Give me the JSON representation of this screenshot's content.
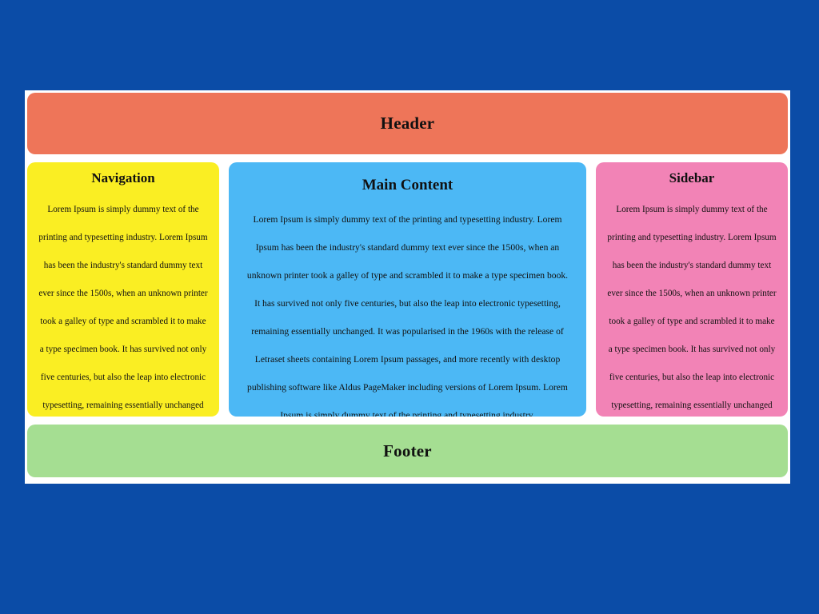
{
  "layout": {
    "background_color": "#0b4ca7",
    "page_background_color": "#ffffff"
  },
  "header": {
    "title": "Header",
    "background_color": "#ee7559"
  },
  "navigation": {
    "title": "Navigation",
    "background_color": "#faee23",
    "body": "Lorem Ipsum is simply dummy text of the printing and typesetting industry. Lorem Ipsum has been the industry's standard dummy text ever since the 1500s, when an unknown printer took a galley of type and scrambled it to make a type specimen book. It has survived not only five centuries, but also the leap into electronic typesetting, remaining essentially unchanged"
  },
  "main": {
    "title": "Main Content",
    "background_color": "#4cb8f5",
    "body": "Lorem Ipsum is simply dummy text of the printing and typesetting industry. Lorem Ipsum has been the industry's standard dummy text ever since the 1500s, when an unknown printer took a galley of type and scrambled it to make a type specimen book. It has survived not only five centuries, but also the leap into electronic typesetting, remaining essentially unchanged. It was popularised in the 1960s with the release of Letraset sheets containing Lorem Ipsum passages, and more recently with desktop publishing software like Aldus PageMaker including versions of Lorem Ipsum. Lorem Ipsum is simply dummy text of the printing and typesetting industry."
  },
  "sidebar": {
    "title": "Sidebar",
    "background_color": "#f283b6",
    "body": "Lorem Ipsum is simply dummy text of the printing and typesetting industry. Lorem Ipsum has been the industry's standard dummy text ever since the 1500s, when an unknown printer took a galley of type and scrambled it to make a type specimen book. It has survived not only five centuries, but also the leap into electronic typesetting, remaining essentially unchanged"
  },
  "footer": {
    "title": "Footer",
    "background_color": "#a5de92"
  }
}
